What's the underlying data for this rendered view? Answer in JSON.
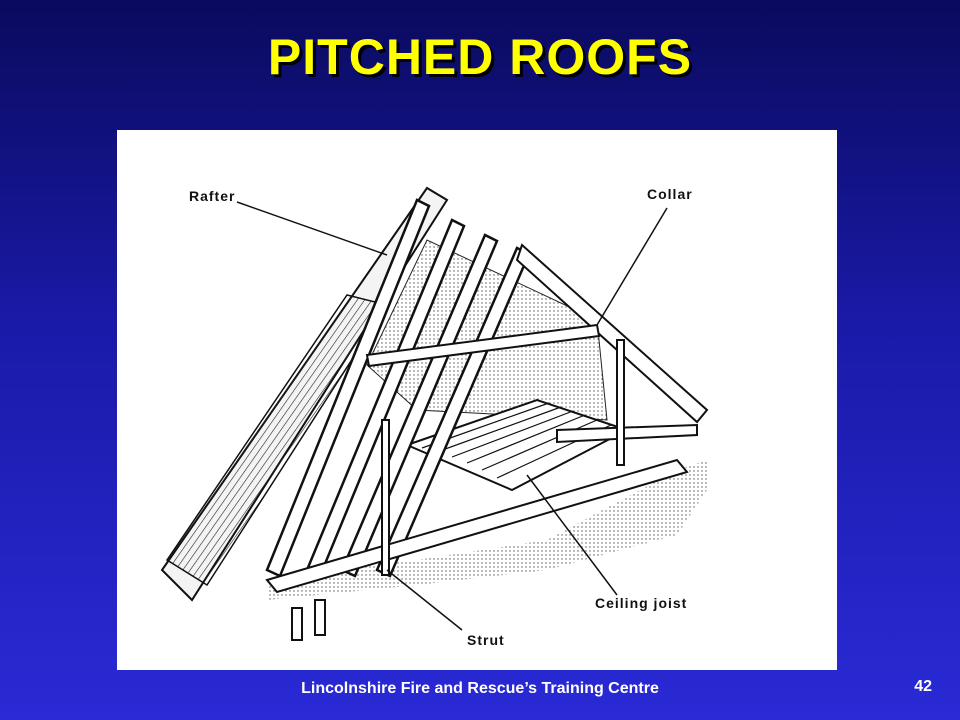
{
  "slide": {
    "title": "PITCHED ROOFS",
    "footer": "Lincolnshire Fire and Rescue’s Training Centre",
    "page_number": "42"
  },
  "diagram": {
    "labels": {
      "rafter": "Rafter",
      "collar": "Collar",
      "ceiling_joist": "Ceiling joist",
      "strut": "Strut"
    }
  },
  "colors": {
    "background_top": "#0a0a5e",
    "background_bottom": "#2a2ad6",
    "title": "#ffff00",
    "footer": "#ffffff",
    "panel": "#ffffff"
  }
}
